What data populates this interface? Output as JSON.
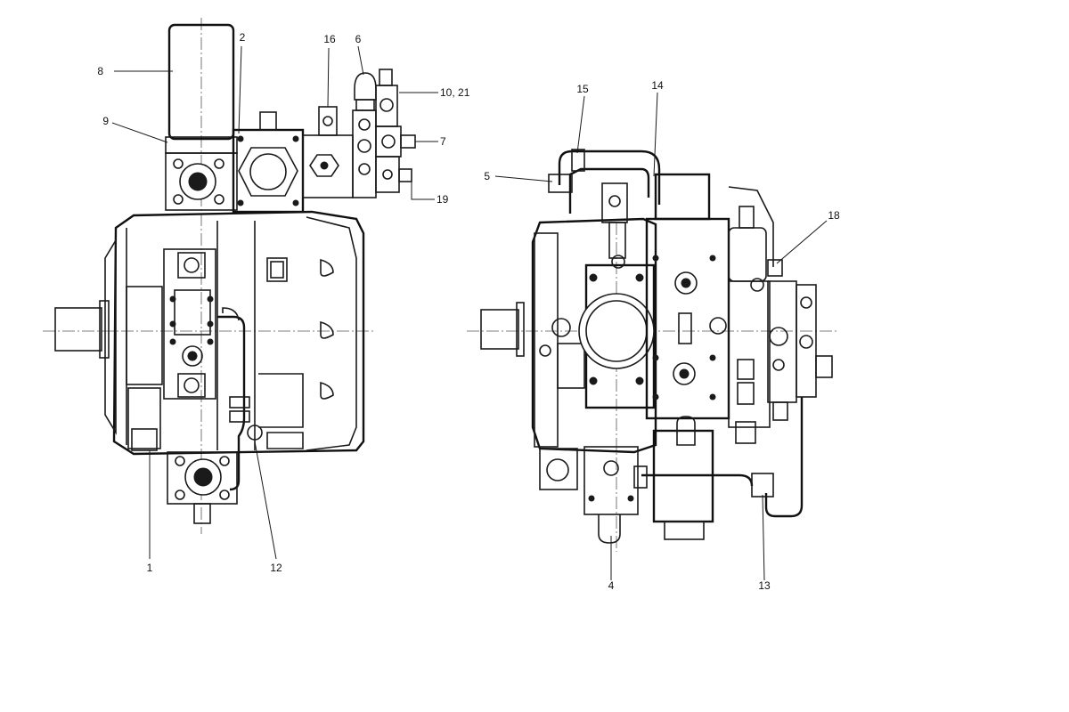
{
  "figure": {
    "callouts": {
      "c1": "1",
      "c2": "2",
      "c4": "4",
      "c5": "5",
      "c6": "6",
      "c7": "7",
      "c8": "8",
      "c9": "9",
      "c10_21": "10, 21",
      "c12": "12",
      "c13": "13",
      "c14": "14",
      "c15": "15",
      "c16": "16",
      "c18": "18",
      "c19": "19"
    },
    "colors": {
      "ink": "#1a1a1a",
      "paper": "#ffffff"
    }
  }
}
